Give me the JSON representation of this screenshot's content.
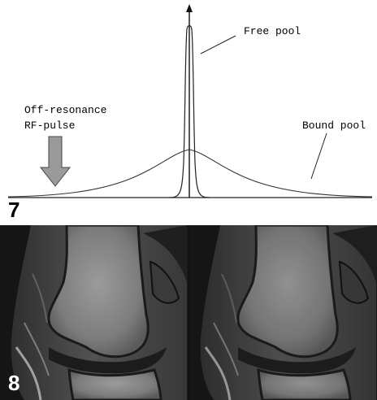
{
  "figure7": {
    "number": "7",
    "free_pool_label": "Free pool",
    "offres_line1": "Off-resonance",
    "offres_line2": "RF-pulse",
    "bound_pool_label": "Bound pool"
  },
  "figure8": {
    "number": "8",
    "description_hidden": ""
  },
  "colors": {
    "arrow_fill": "#9a9a9a",
    "arrow_stroke": "#444444",
    "curve": "#333333",
    "mri_background": "#1c1c1c"
  }
}
